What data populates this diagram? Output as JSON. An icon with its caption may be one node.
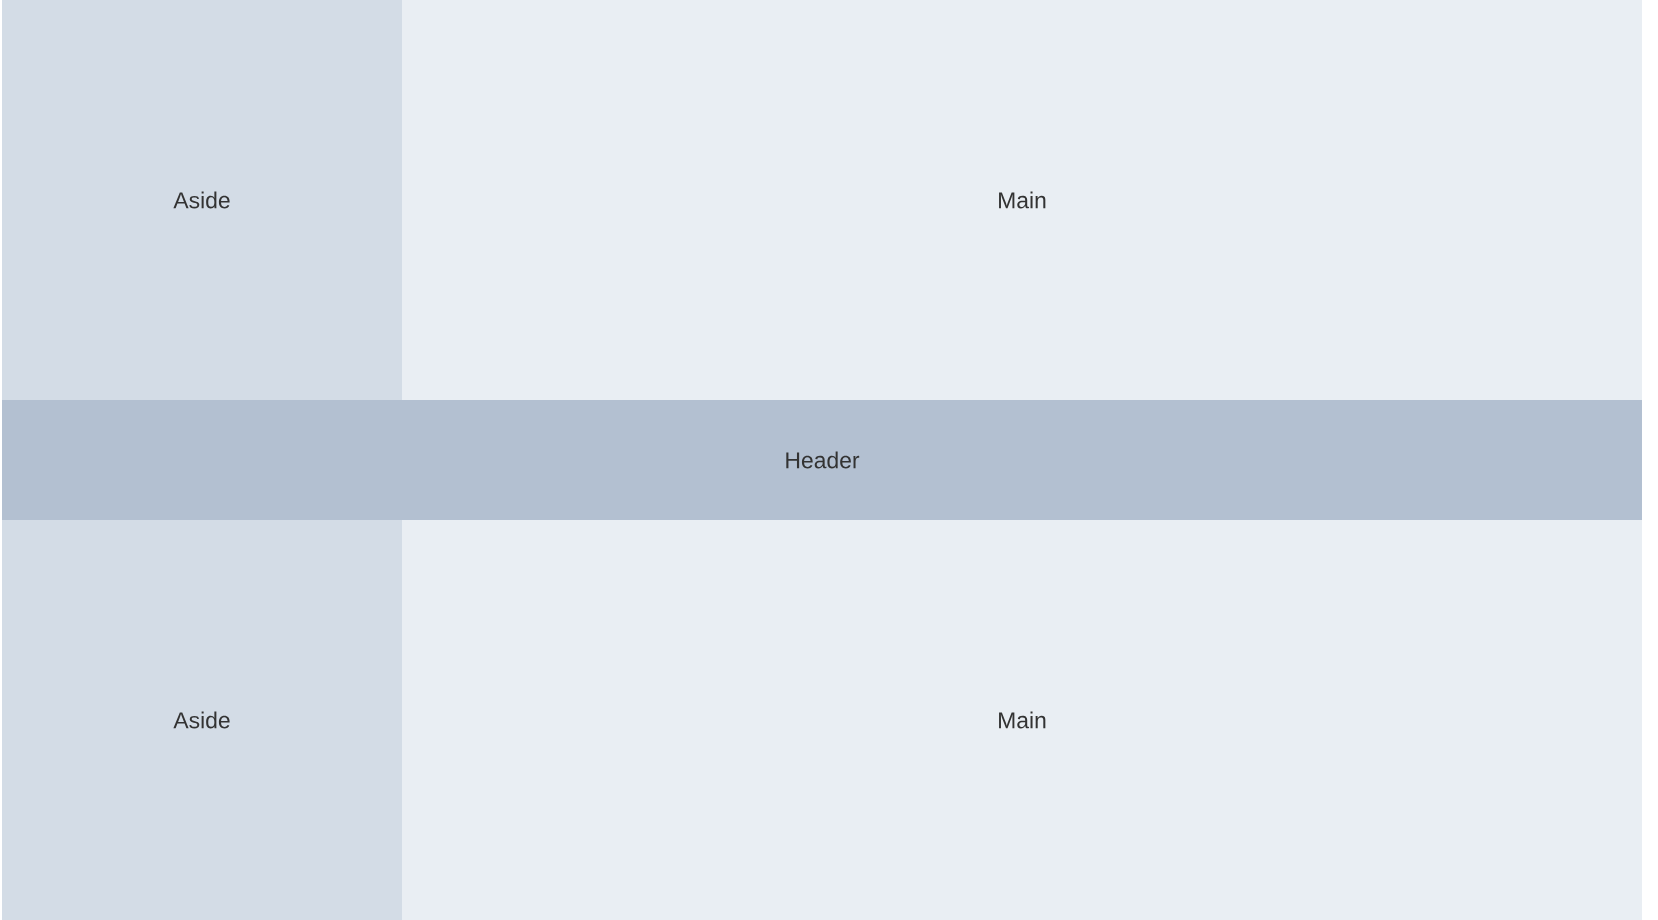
{
  "diagram": {
    "nodes": [
      {
        "text": [
          "Aside"
        ]
      },
      {
        "text": [
          "Main"
        ]
      },
      {
        "text": [
          "Header"
        ]
      },
      {
        "text": [
          "Aside"
        ]
      },
      {
        "text": [
          "Main"
        ]
      }
    ]
  }
}
